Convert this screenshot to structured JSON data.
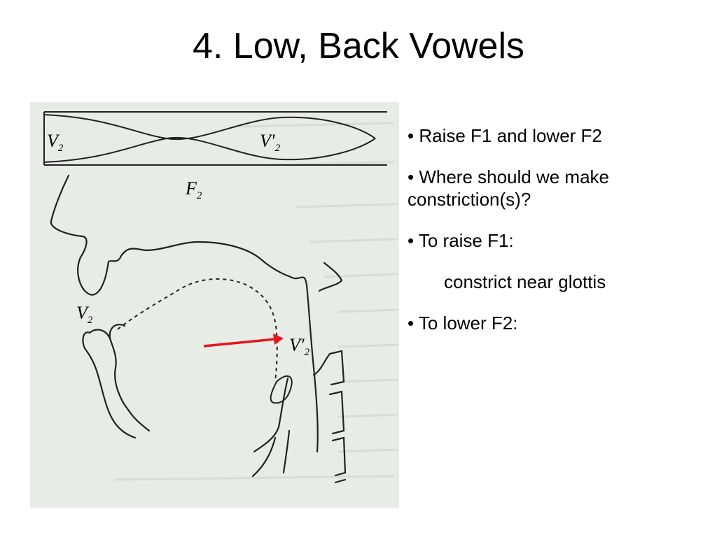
{
  "slide": {
    "title": "4. Low, Back Vowels"
  },
  "figure": {
    "label_v2": "V",
    "label_v2_sub": "2",
    "label_v2prime": "V′",
    "label_v2prime_sub": "2",
    "label_f2": "F",
    "label_f2_sub": "2",
    "label_v2_lips": "V",
    "label_v2_lips_sub": "2",
    "label_v2prime_throat": "V′",
    "label_v2prime_throat_sub": "2",
    "arrow_color": "#e8141c"
  },
  "bullets": [
    "• Raise F1 and lower F2",
    "• Where should we make constriction(s)?",
    "• To raise F1:",
    "constrict near glottis",
    "• To lower F2:"
  ]
}
